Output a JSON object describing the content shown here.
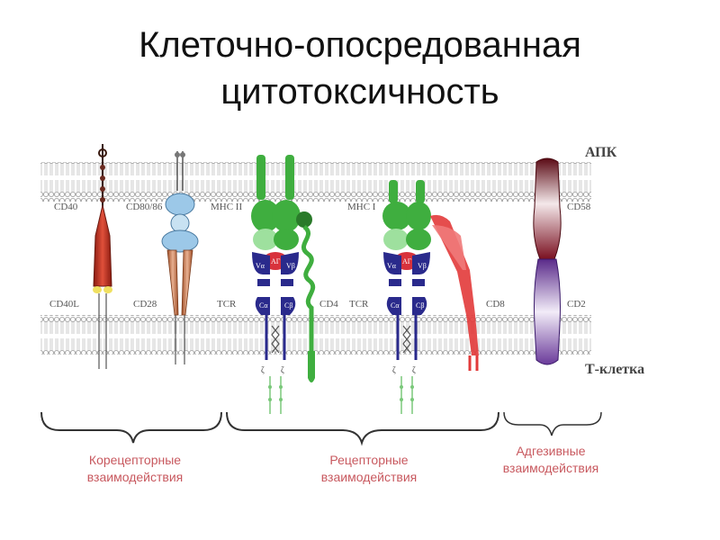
{
  "title": {
    "line1": "Клеточно-опосредованная",
    "line2": "цитотоксичность"
  },
  "membranes": {
    "top_label": "АПК",
    "bottom_label": "Т-клетка"
  },
  "molecules": {
    "cd40": "CD40",
    "cd40l": "CD40L",
    "cd80_86": "CD80/86",
    "cd28": "CD28",
    "mhc2": "MHC II",
    "tcr1": "TCR",
    "cd4": "CD4",
    "mhc1": "MHC I",
    "tcr2": "TCR",
    "cd8": "CD8",
    "cd58": "CD58",
    "cd2": "CD2",
    "ag1": "АГ",
    "ag2": "АГ",
    "va": "Vα",
    "vb": "Vβ",
    "ca": "Cα",
    "cb": "Cβ",
    "zeta": "ζ"
  },
  "groups": {
    "coreceptor_line1": "Корецепторные",
    "coreceptor_line2": "взаимодействия",
    "receptor_line1": "Рецепторные",
    "receptor_line2": "взаимодействия",
    "adhesive_line1": "Адгезивные",
    "adhesive_line2": "взаимодействия"
  },
  "colors": {
    "mhc_green": "#3fae3f",
    "tcr_blue": "#2a2a8c",
    "antigen_red": "#d8323c",
    "cd8_red": "#e23a3a",
    "cd58_dark_red": "#7a1020",
    "cd2_purple": "#6a3a9a",
    "cd80_blue": "#9cc8e8",
    "group_label": "#c8595f"
  }
}
